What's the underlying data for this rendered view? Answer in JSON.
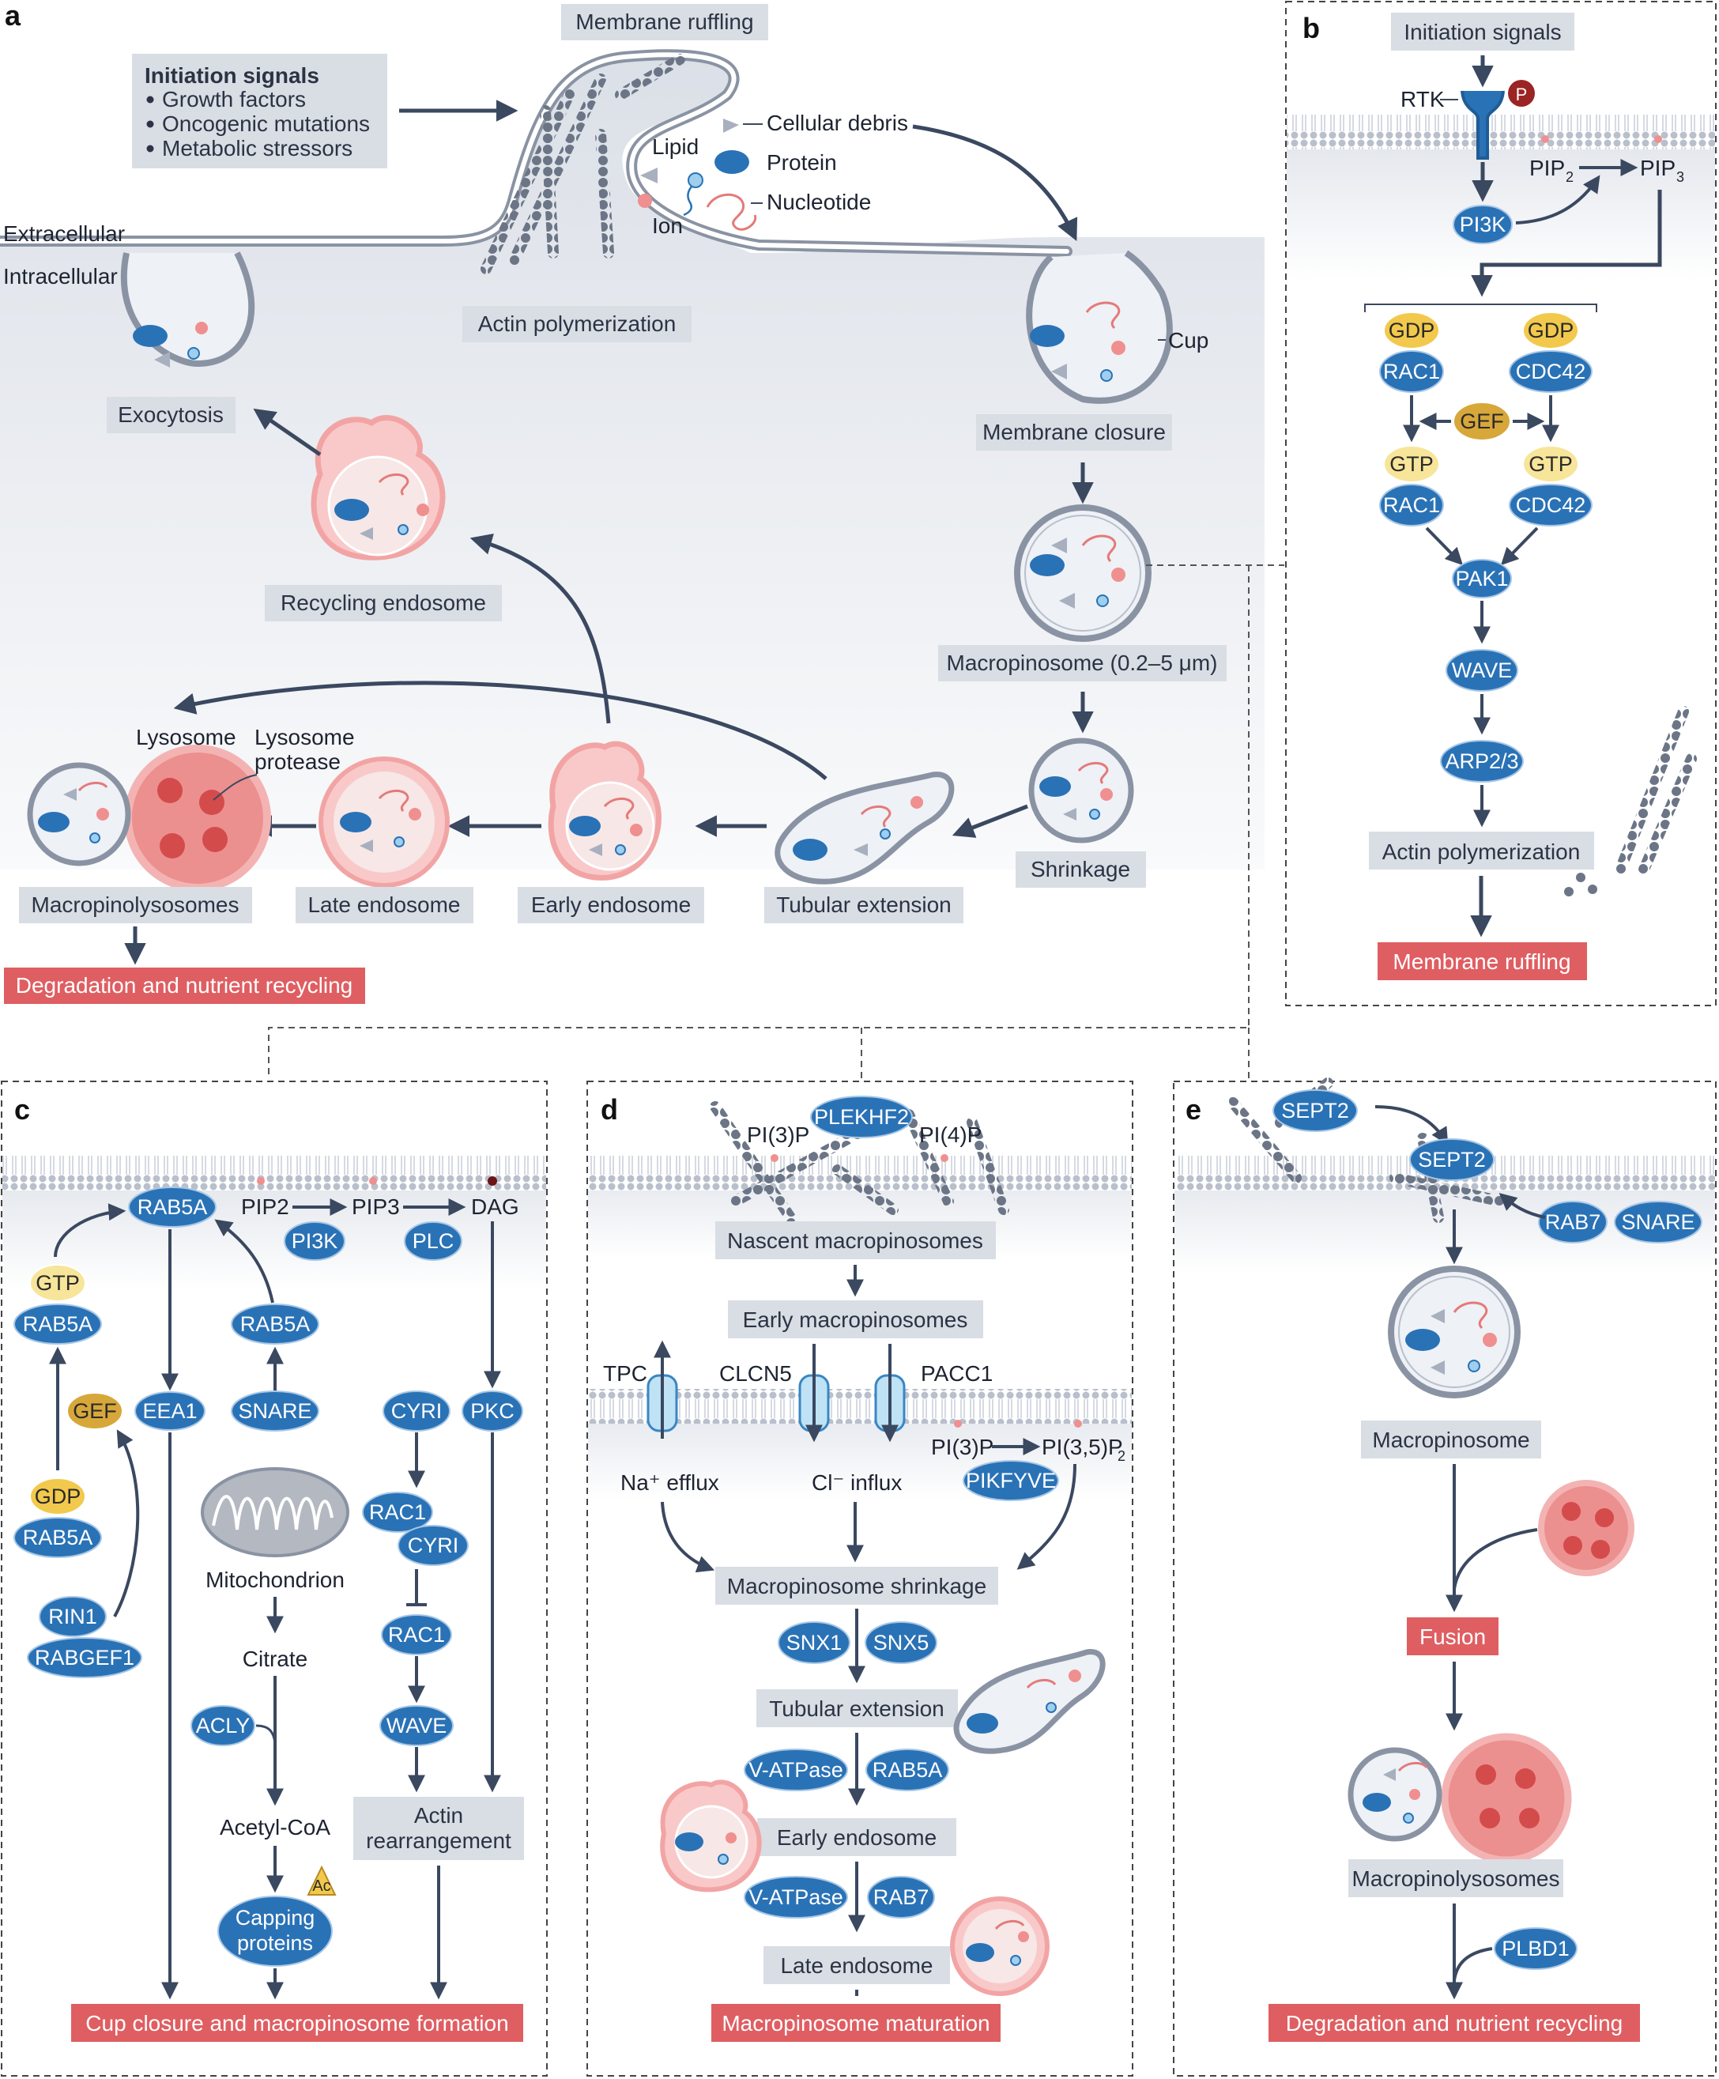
{
  "panels": {
    "a": "a",
    "b": "b",
    "c": "c",
    "d": "d",
    "e": "e"
  },
  "colors": {
    "protein_blue": "#2a72b6",
    "gtp_yellow": "#f2d978",
    "gef_gold": "#d7a73a",
    "outcome_red": "#df5e62",
    "label_box_grey": "#d9dde4",
    "arrow_navy": "#3a4860",
    "membrane_grey": "#8a93a3",
    "lysosome_pink": "#f2a4a4"
  },
  "panel_a": {
    "initiation_title": "Initiation signals",
    "initiation_items": [
      "Growth factors",
      "Oncogenic mutations",
      "Metabolic stressors"
    ],
    "membrane_ruffling": "Membrane ruffling",
    "cargo": {
      "lipid": "Lipid",
      "cellular_debris": "Cellular debris",
      "protein": "Protein",
      "nucleotide": "Nucleotide",
      "ion": "Ion"
    },
    "extracellular": "Extracellular",
    "intracellular": "Intracellular",
    "actin_polymerization": "Actin polymerization",
    "cup": "Cup",
    "membrane_closure": "Membrane closure",
    "exocytosis": "Exocytosis",
    "recycling_endosome": "Recycling endosome",
    "macropinosome": "Macropinosome (0.2–5 μm)",
    "shrinkage": "Shrinkage",
    "tubular_extension": "Tubular extension",
    "early_endosome": "Early endosome",
    "late_endosome": "Late endosome",
    "macropinolysosomes": "Macropinolysosomes",
    "lysosome": "Lysosome",
    "lysosome_protease": [
      "Lysosome",
      "protease"
    ],
    "outcome": "Degradation and nutrient recycling"
  },
  "panel_b": {
    "initiation_signals": "Initiation signals",
    "rtk": "RTK",
    "p": "P",
    "pip2": "PIP",
    "pip2_sub": "2",
    "pip3": "PIP",
    "pip3_sub": "3",
    "pi3k": "PI3K",
    "gdp": "GDP",
    "gtp": "GTP",
    "rac1": "RAC1",
    "cdc42": "CDC42",
    "gef": "GEF",
    "pak1": "PAK1",
    "wave": "WAVE",
    "arp23": "ARP2/3",
    "actin_polymerization": "Actin polymerization",
    "outcome": "Membrane ruffling"
  },
  "panel_c": {
    "rab5a": "RAB5A",
    "pip2": "PIP2",
    "pip3": "PIP3",
    "dag": "DAG",
    "pi3k": "PI3K",
    "plc": "PLC",
    "gtp": "GTP",
    "gdp": "GDP",
    "gef": "GEF",
    "eea1": "EEA1",
    "snare": "SNARE",
    "cyri": "CYRI",
    "pkc": "PKC",
    "rac1": "RAC1",
    "rin1": "RIN1",
    "rabgef1": "RABGEF1",
    "mitochondrion": "Mitochondrion",
    "citrate": "Citrate",
    "acly": "ACLY",
    "acetyl_coa": "Acetyl-CoA",
    "ac": "Ac",
    "capping_proteins": [
      "Capping",
      "proteins"
    ],
    "wave": "WAVE",
    "actin_rearrangement": [
      "Actin",
      "rearrangement"
    ],
    "outcome": "Cup closure and macropinosome formation"
  },
  "panel_d": {
    "pi3p": "PI(3)P",
    "pi4p": "PI(4)P",
    "plekhf2": "PLEKHF2",
    "nascent": "Nascent macropinosomes",
    "early_macropinosomes": "Early macropinosomes",
    "tpc": "TPC",
    "clcn5": "CLCN5",
    "pacc1": "PACC1",
    "na_efflux": "Na⁺ efflux",
    "cl_influx": "Cl⁻ influx",
    "pi3p_2": "PI(3)P",
    "pi35p2": "PI(3,5)P",
    "pi35p2_sub": "2",
    "pikfyve": "PIKFYVE",
    "shrinkage": "Macropinosome shrinkage",
    "snx1": "SNX1",
    "snx5": "SNX5",
    "tubular_extension": "Tubular extension",
    "vatpase": "V-ATPase",
    "rab5a": "RAB5A",
    "early_endosome": "Early endosome",
    "rab7": "RAB7",
    "late_endosome": "Late endosome",
    "outcome": "Macropinosome maturation"
  },
  "panel_e": {
    "sept2": "SEPT2",
    "rab7": "RAB7",
    "snare": "SNARE",
    "macropinosome": "Macropinosome",
    "fusion": "Fusion",
    "macropinolysosomes": "Macropinolysosomes",
    "plbd1": "PLBD1",
    "outcome": "Degradation and nutrient recycling"
  }
}
